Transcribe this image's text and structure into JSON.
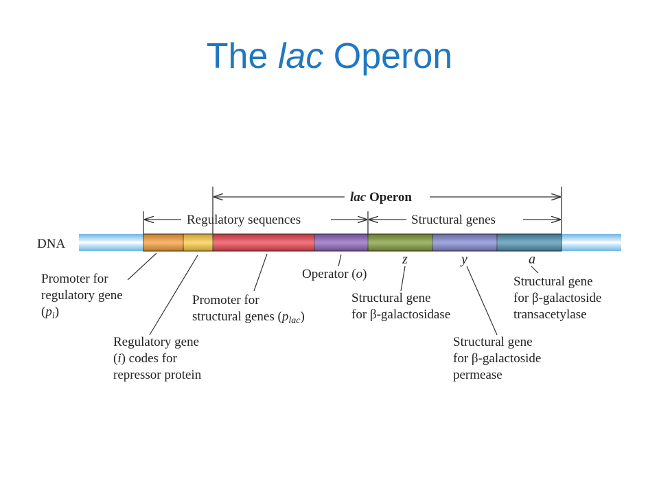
{
  "title": {
    "prefix": "The ",
    "italic": "lac",
    "suffix": " Operon"
  },
  "diagram": {
    "operon_label": {
      "italic": "lac",
      "bold": " Operon"
    },
    "regulatory_label": "Regulatory sequences",
    "structural_label": "Structural genes",
    "dna_label": "DNA",
    "gene_letters": [
      "z",
      "y",
      "a"
    ],
    "segment_colors": {
      "dna": "#a8d4f0",
      "promoter_regulatory": "#f29b38",
      "regulatory_gene": "#f7c843",
      "promoter_structural": "#e8434f",
      "operator": "#8c62b8",
      "gene_z": "#7f9a3a",
      "gene_y": "#7e86cc",
      "gene_a": "#4d8fb0"
    },
    "callouts": {
      "promoter_regulatory": {
        "line1": "Promoter for",
        "line2": "regulatory gene",
        "line3_open": "(",
        "line3_var": "p",
        "line3_sub": "i",
        "line3_close": ")"
      },
      "regulatory_gene": {
        "line1": "Regulatory gene",
        "line2_open": "(",
        "line2_var": "i",
        "line2_rest": ") codes for",
        "line3": "repressor protein"
      },
      "promoter_structural": {
        "line1": "Promoter for",
        "line2_text": "structural genes (",
        "line2_var": "p",
        "line2_sub": "lac",
        "line2_close": ")"
      },
      "operator": {
        "text": "Operator (",
        "var": "o",
        "close": ")"
      },
      "gene_z": {
        "line1": "Structural gene",
        "line2": "for β-galactosidase"
      },
      "gene_y": {
        "line1": "Structural gene",
        "line2": "for β-galactoside",
        "line3": "permease"
      },
      "gene_a": {
        "line1": "Structural gene",
        "line2": "for β-galactoside",
        "line3": "transacetylase"
      }
    }
  }
}
